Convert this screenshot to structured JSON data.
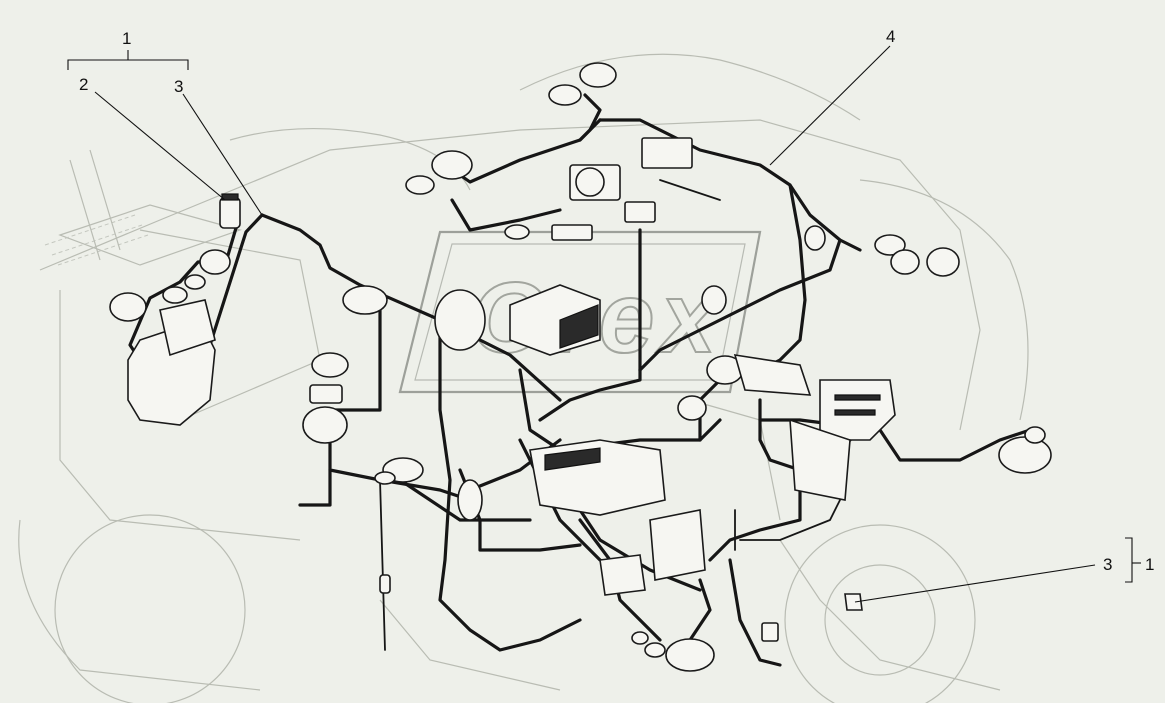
{
  "callouts": {
    "group_top": "1",
    "part_2": "2",
    "part_3_top": "3",
    "part_4": "4",
    "part_3_right": "3",
    "group_right": "1"
  },
  "watermark": "Orex",
  "colors": {
    "background": "#eef0ea",
    "ink": "#161616",
    "ghost": "#b9bcb3"
  }
}
